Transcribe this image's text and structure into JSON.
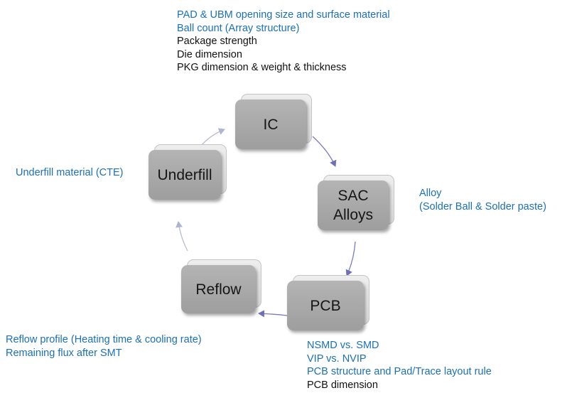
{
  "nodes": {
    "ic": {
      "label": "IC"
    },
    "sac": {
      "line1": "SAC",
      "line2": "Alloys"
    },
    "pcb": {
      "label": "PCB"
    },
    "reflow": {
      "label": "Reflow"
    },
    "underfill": {
      "label": "Underfill"
    }
  },
  "notes": {
    "ic": [
      "PAD & UBM opening size and surface material",
      "Ball count (Array structure)",
      "Package strength",
      "Die dimension",
      "PKG dimension & weight & thickness"
    ],
    "sac": [
      "Alloy",
      "(Solder Ball & Solder paste)"
    ],
    "pcb": [
      "NSMD vs. SMD",
      "VIP vs. NVIP",
      "PCB structure and Pad/Trace layout rule",
      "PCB dimension"
    ],
    "reflow": [
      "Reflow profile (Heating time & cooling rate)",
      "Remaining flux after SMT"
    ],
    "underfill": [
      "Underfill material (CTE)"
    ]
  },
  "colors": {
    "note_blue": "#1a70b8",
    "note_black": "#111111",
    "arrow_blue": "#7a7ac0",
    "arrow_gray": "#b8bcd4",
    "box_face": "#a8a8a8"
  }
}
